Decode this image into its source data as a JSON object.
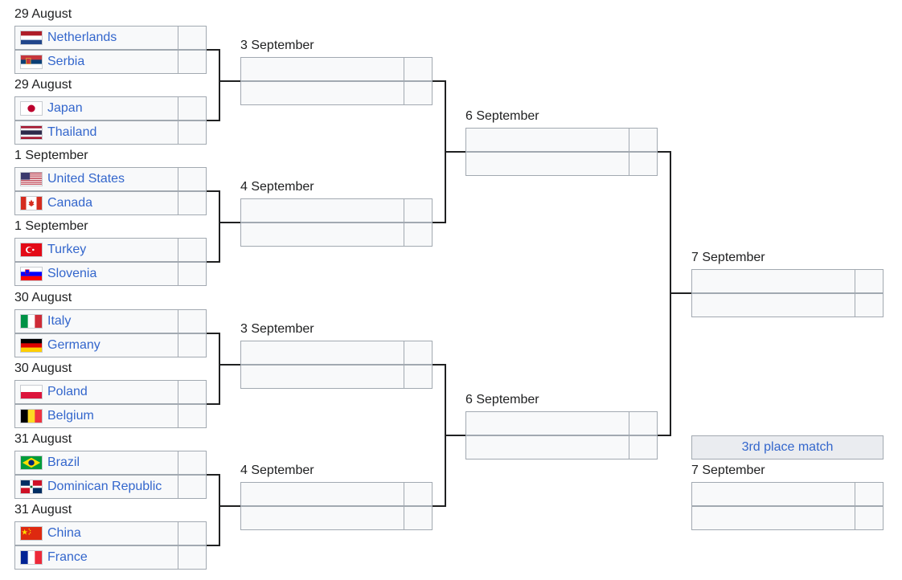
{
  "round1": [
    {
      "date": "29 August",
      "teams": [
        {
          "name": "Netherlands",
          "flag": "netherlands-flag-icon"
        },
        {
          "name": "Serbia",
          "flag": "serbia-flag-icon"
        }
      ]
    },
    {
      "date": "29 August",
      "teams": [
        {
          "name": "Japan",
          "flag": "japan-flag-icon"
        },
        {
          "name": "Thailand",
          "flag": "thailand-flag-icon"
        }
      ]
    },
    {
      "date": "1 September",
      "teams": [
        {
          "name": "United States",
          "flag": "united-states-flag-icon"
        },
        {
          "name": "Canada",
          "flag": "canada-flag-icon"
        }
      ]
    },
    {
      "date": "1 September",
      "teams": [
        {
          "name": "Turkey",
          "flag": "turkey-flag-icon"
        },
        {
          "name": "Slovenia",
          "flag": "slovenia-flag-icon"
        }
      ]
    },
    {
      "date": "30 August",
      "teams": [
        {
          "name": "Italy",
          "flag": "italy-flag-icon"
        },
        {
          "name": "Germany",
          "flag": "germany-flag-icon"
        }
      ]
    },
    {
      "date": "30 August",
      "teams": [
        {
          "name": "Poland",
          "flag": "poland-flag-icon"
        },
        {
          "name": "Belgium",
          "flag": "belgium-flag-icon"
        }
      ]
    },
    {
      "date": "31 August",
      "teams": [
        {
          "name": "Brazil",
          "flag": "brazil-flag-icon"
        },
        {
          "name": "Dominican Republic",
          "flag": "dominican-republic-flag-icon"
        }
      ]
    },
    {
      "date": "31 August",
      "teams": [
        {
          "name": "China",
          "flag": "china-flag-icon"
        },
        {
          "name": "France",
          "flag": "france-flag-icon"
        }
      ]
    }
  ],
  "quarterfinals": [
    {
      "date": "3 September"
    },
    {
      "date": "4 September"
    },
    {
      "date": "3 September"
    },
    {
      "date": "4 September"
    }
  ],
  "semifinals": [
    {
      "date": "6 September"
    },
    {
      "date": "6 September"
    }
  ],
  "final": {
    "date": "7 September"
  },
  "third_place": {
    "label": "3rd place match",
    "date": "7 September"
  },
  "colors": {
    "link": "#3366cc",
    "cell_bg": "#f8f9fa",
    "border": "#a2a9b1",
    "line": "#202122"
  }
}
